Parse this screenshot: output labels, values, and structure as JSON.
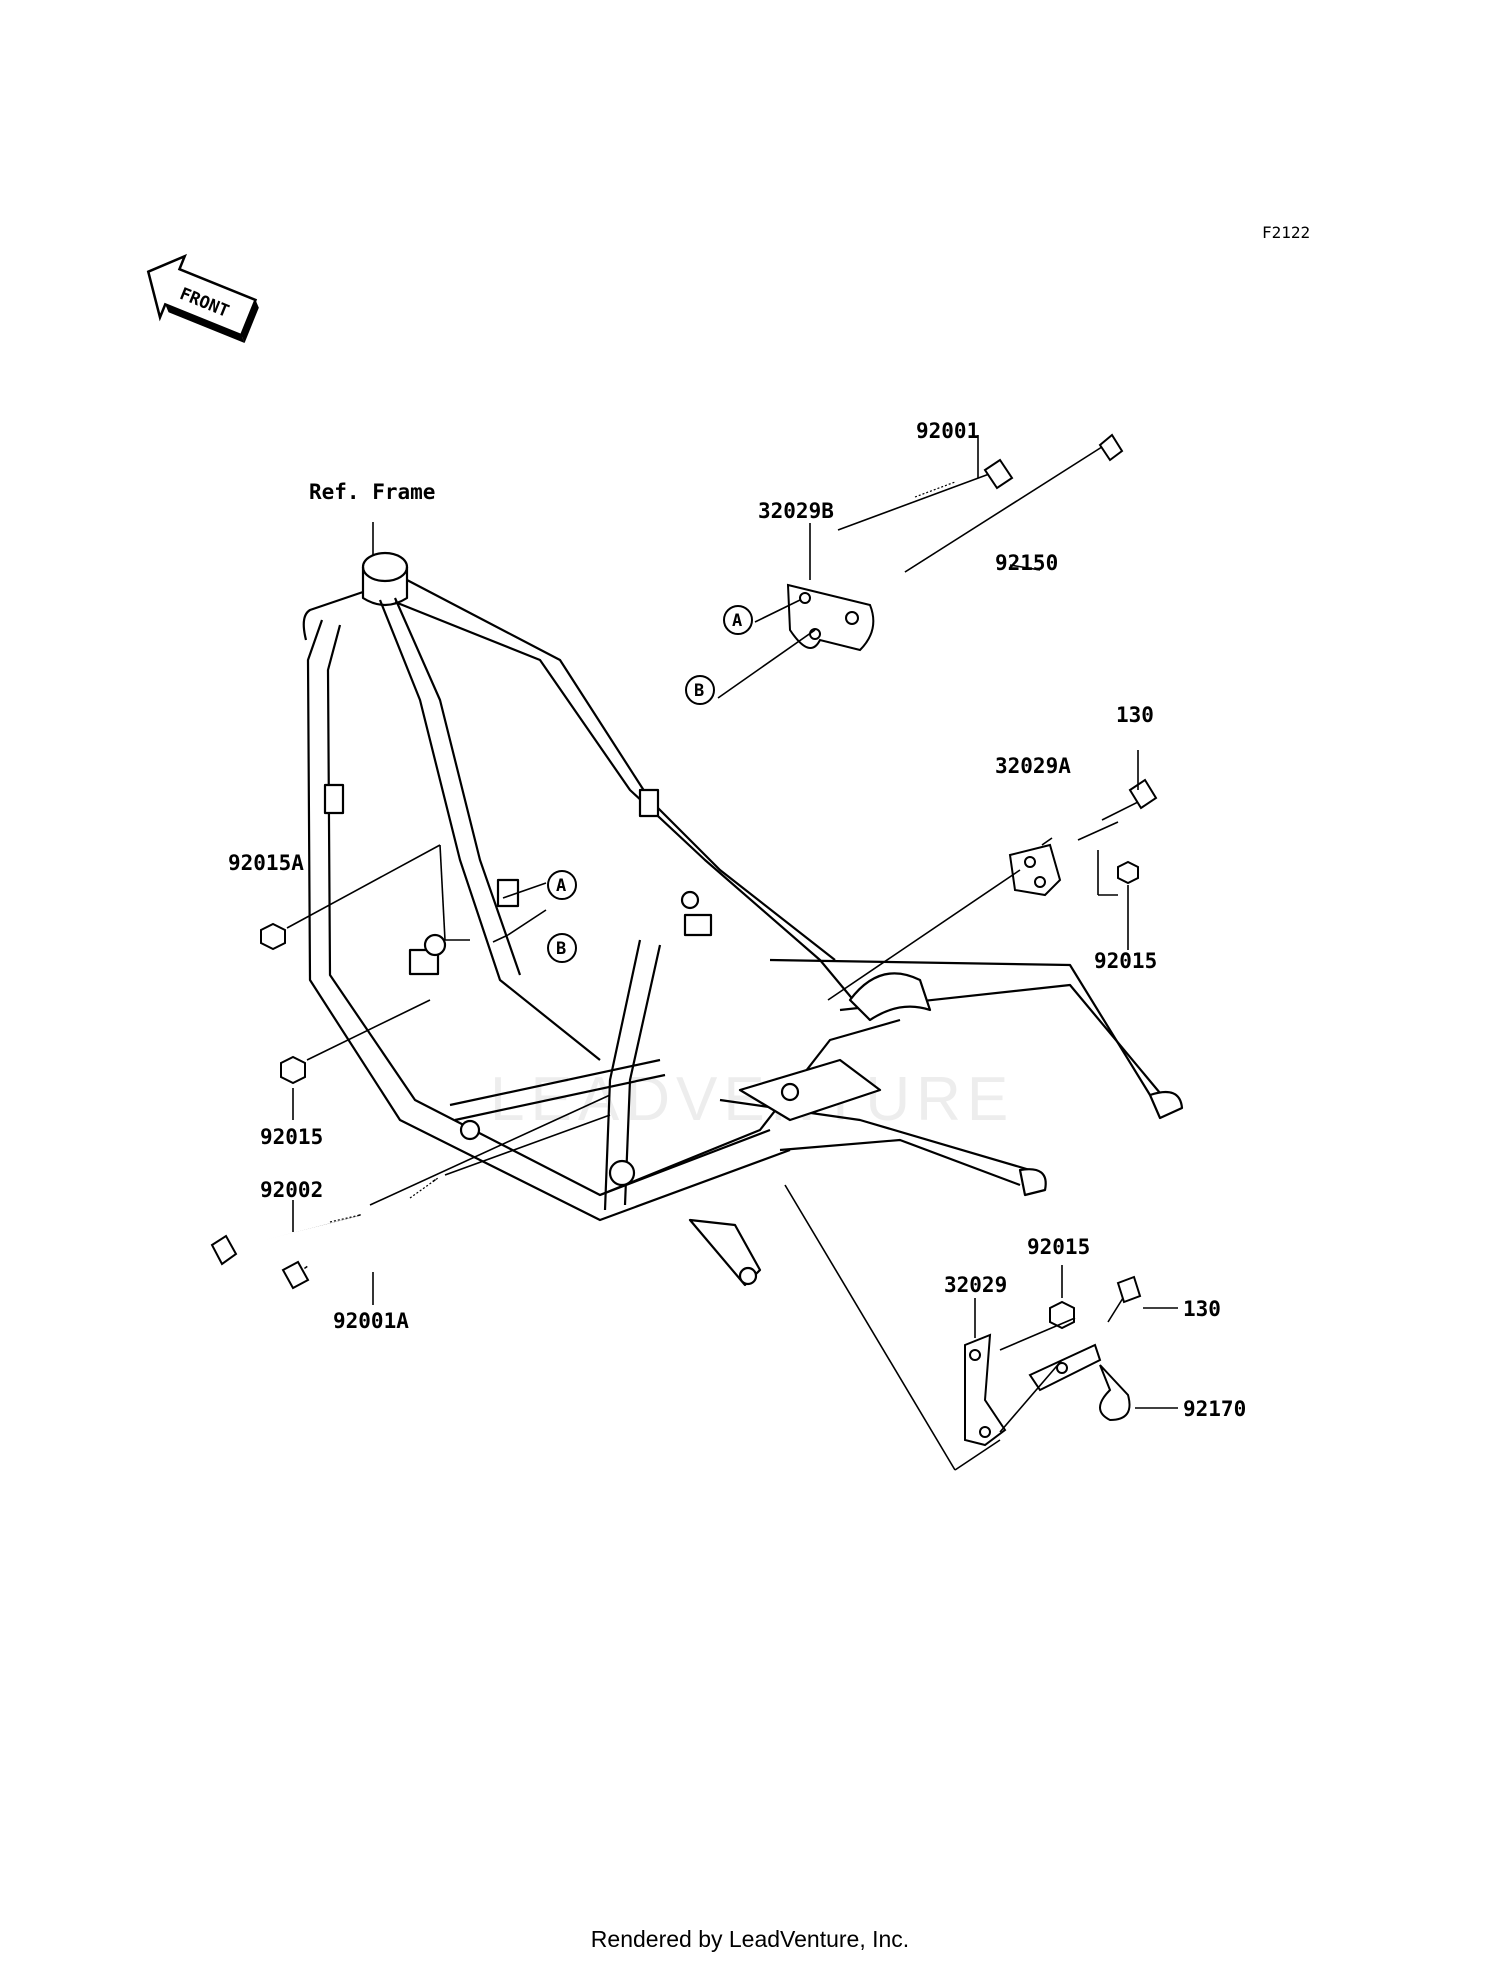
{
  "diagram_code": "F2122",
  "front_label": "FRONT",
  "watermark": "LEADVENTURE",
  "reference": "Ref. Frame",
  "callouts": {
    "A": "A",
    "B": "B"
  },
  "parts": {
    "p92001": "92001",
    "p32029B": "32029B",
    "p92150": "92150",
    "p130_top": "130",
    "p32029A": "32029A",
    "p92015_right": "92015",
    "p92015A": "92015A",
    "p92015_left": "92015",
    "p92002": "92002",
    "p92001A": "92001A",
    "p92015_bottom": "92015",
    "p32029": "32029",
    "p130_bottom": "130",
    "p92170": "92170"
  },
  "footer": "Rendered by LeadVenture, Inc."
}
